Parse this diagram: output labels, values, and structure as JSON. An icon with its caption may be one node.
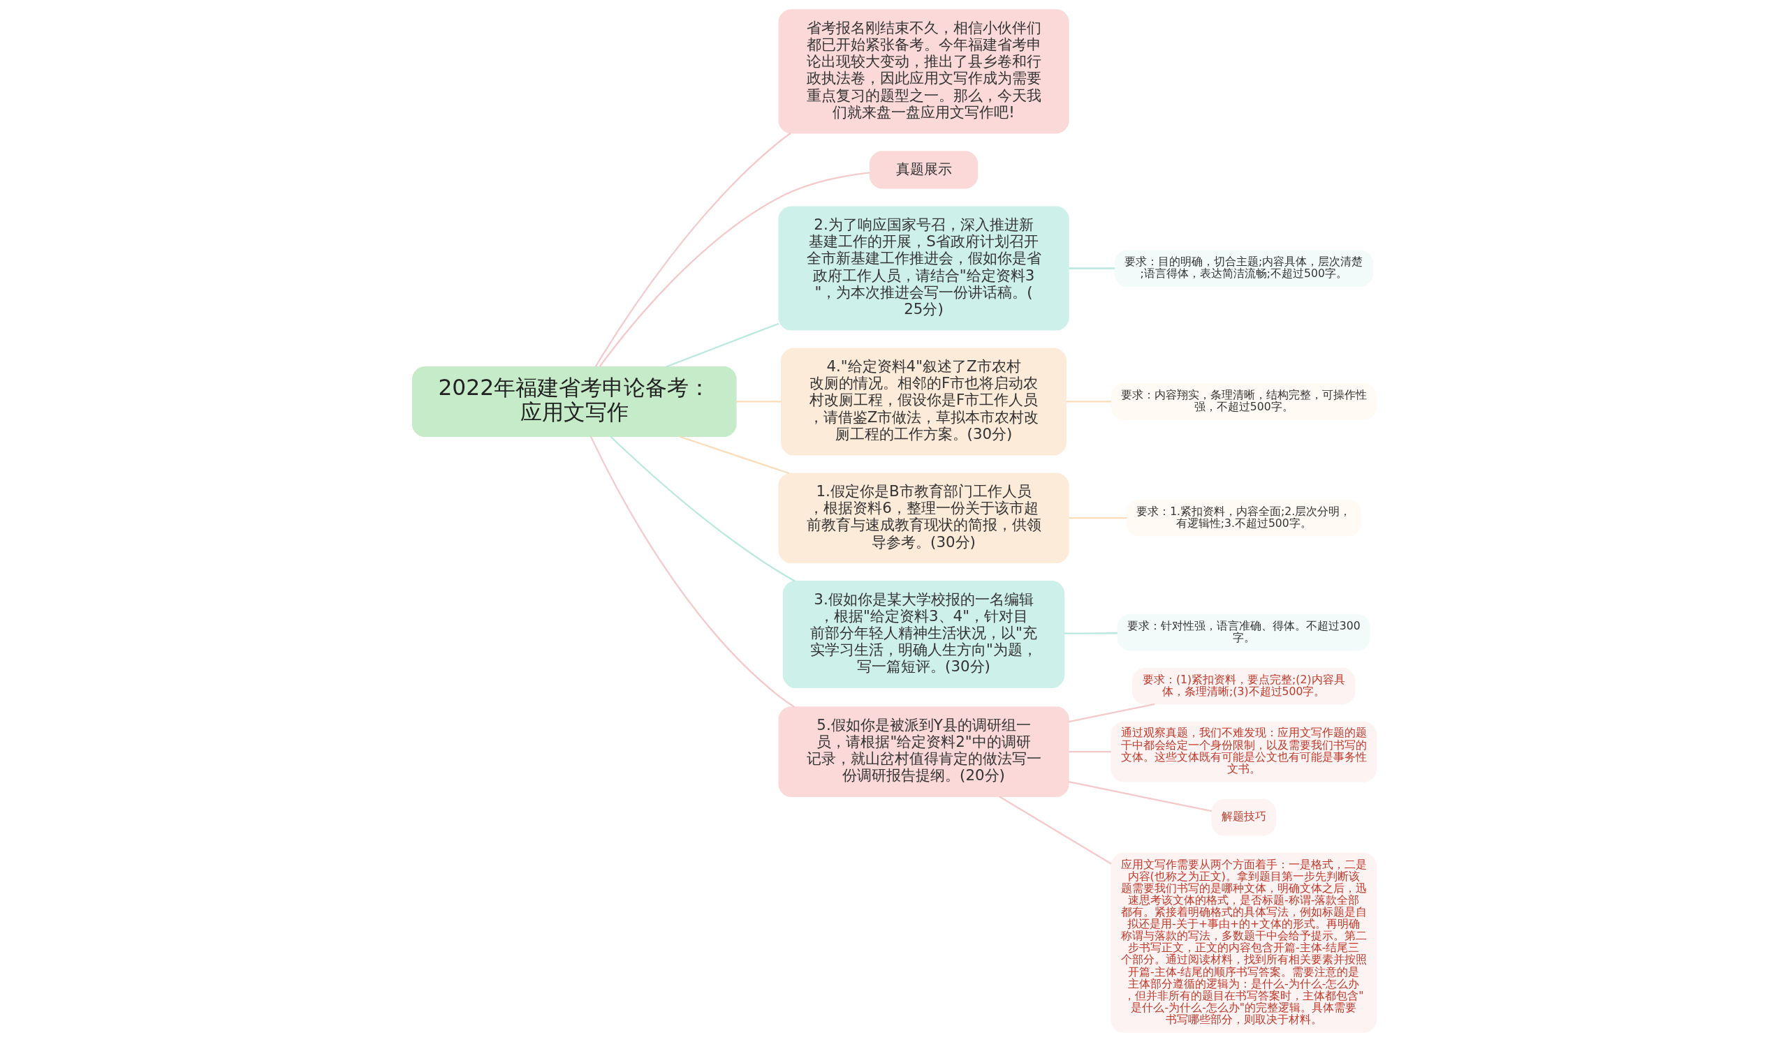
{
  "diagram": {
    "nodes": [
      {
        "text": [
          "2022年福建省考申论备考：应用文写作"
        ]
      },
      {
        "text": [
          "省考报名刚结束不久，相信小伙伴们都已开始紧张备考。今年福建省考申论出现较大变动，推出了县乡卷和行政执法卷，因此应用文写作成为需要重点复习的题型之一。那么，今天我们就来盘一盘应用文写作吧!"
        ]
      },
      {
        "text": [
          "真题展示"
        ]
      },
      {
        "text": [
          "2.为了响应国家号召，深入推进新基建工作的开展，S省政府计划召开全市新基建工作推进会，假如你是省政府工作人员，请结合\"给定资料3\"，为本次推进会写一份讲话稿。(25分)"
        ]
      },
      {
        "text": [
          "要求：目的明确，切合主题;内容具体，层次清楚;语言得体，表达简洁流畅;不超过500字。"
        ]
      },
      {
        "text": [
          "4.\"给定资料4\"叙述了Z市农村改厕的情况。相邻的F市也将启动农村改厕工程，假设你是F市工作人员，请借鉴Z市做法，草拟本市农村改厕工程的工作方案。(30分)"
        ]
      },
      {
        "text": [
          "要求：内容翔实，条理清晰，结构完整，可操作性强，不超过500字。"
        ]
      },
      {
        "text": [
          "1.假定你是B市教育部门工作人员，根据资料6，整理一份关于该市超前教育与速成教育现状的简报，供领导参考。(30分)"
        ]
      },
      {
        "text": [
          "要求：1.紧扣资料，内容全面;2.层次分明，有逻辑性;3.不超过500字。"
        ]
      },
      {
        "text": [
          "3.假如你是某大学校报的一名编辑，根据\"给定资料3、4\"，针对目前部分年轻人精神生活状况，以\"充实学习生活，明确人生方向\"为题，写一篇短评。(30分)"
        ]
      },
      {
        "text": [
          "要求：针对性强，语言准确、得体。不超过300字。"
        ]
      },
      {
        "text": [
          "5.假如你是被派到Y县的调研组一员，请根据\"给定资料2\"中的调研记录，就山岔村值得肯定的做法写一份调研报告提纲。(20分)"
        ]
      },
      {
        "text": [
          "要求：(1)紧扣资料，要点完整;(2)内容具体，条理清晰;(3)不超过500字。"
        ]
      },
      {
        "text": [
          "通过观察真题，我们不难发现：应用文写作题的题干中都会给定一个身份限制，以及需要我们书写的文体。这些文体既有可能是公文也有可能是事务性文书。"
        ]
      },
      {
        "text": [
          "解题技巧"
        ]
      },
      {
        "text": [
          "应用文写作需要从两个方面着手：一是格式，二是内容(也称之为正文)。拿到题目第一步先判断该题需要我们书写的是哪种文体，明确文体之后，迅速思考该文体的格式，是否标题-称谓-落款全部都有。紧接着明确格式的具体写法，例如标题是自拟还是用-关于+事由+的+文体的形式。再明确称谓与落款的写法，多数题干中会给予提示。第二步书写正文，正文的内容包含开篇-主体-结尾三个部分。通过阅读材料，找到所有相关要素并按照开篇-主体-结尾的顺序书写答案。需要注意的是主体部分遵循的逻辑为：是什么-为什么-怎么办，但并非所有的题目在书写答案时，主体都包含\"是什么-为什么-怎么办\"的完整逻辑。具体需要书写哪些部分，则取决于材料。"
        ]
      }
    ],
    "edges": [
      {
        "from": 0,
        "to": 1,
        "arrow": "none",
        "color": "#f5c9c9"
      },
      {
        "from": 0,
        "to": 2,
        "arrow": "none",
        "color": "#f5c9c9"
      },
      {
        "from": 0,
        "to": 3,
        "arrow": "none",
        "color": "#b9e8df"
      },
      {
        "from": 3,
        "to": 4,
        "arrow": "none",
        "color": "#b9e8df"
      },
      {
        "from": 0,
        "to": 5,
        "arrow": "none",
        "color": "#fbdcb8"
      },
      {
        "from": 5,
        "to": 6,
        "arrow": "none",
        "color": "#fbdcb8"
      },
      {
        "from": 0,
        "to": 7,
        "arrow": "none",
        "color": "#fbdcb8"
      },
      {
        "from": 7,
        "to": 8,
        "arrow": "none",
        "color": "#fbdcb8"
      },
      {
        "from": 0,
        "to": 9,
        "arrow": "none",
        "color": "#b9e8df"
      },
      {
        "from": 9,
        "to": 10,
        "arrow": "none",
        "color": "#b9e8df"
      },
      {
        "from": 0,
        "to": 11,
        "arrow": "none",
        "color": "#f5c9c9"
      },
      {
        "from": 11,
        "to": 12,
        "arrow": "none",
        "color": "#f5c9c9"
      },
      {
        "from": 11,
        "to": 13,
        "arrow": "none",
        "color": "#f5c9c9"
      },
      {
        "from": 11,
        "to": 14,
        "arrow": "none",
        "color": "#f5c9c9"
      },
      {
        "from": 11,
        "to": 15,
        "arrow": "none",
        "color": "#f5c9c9"
      }
    ]
  }
}
